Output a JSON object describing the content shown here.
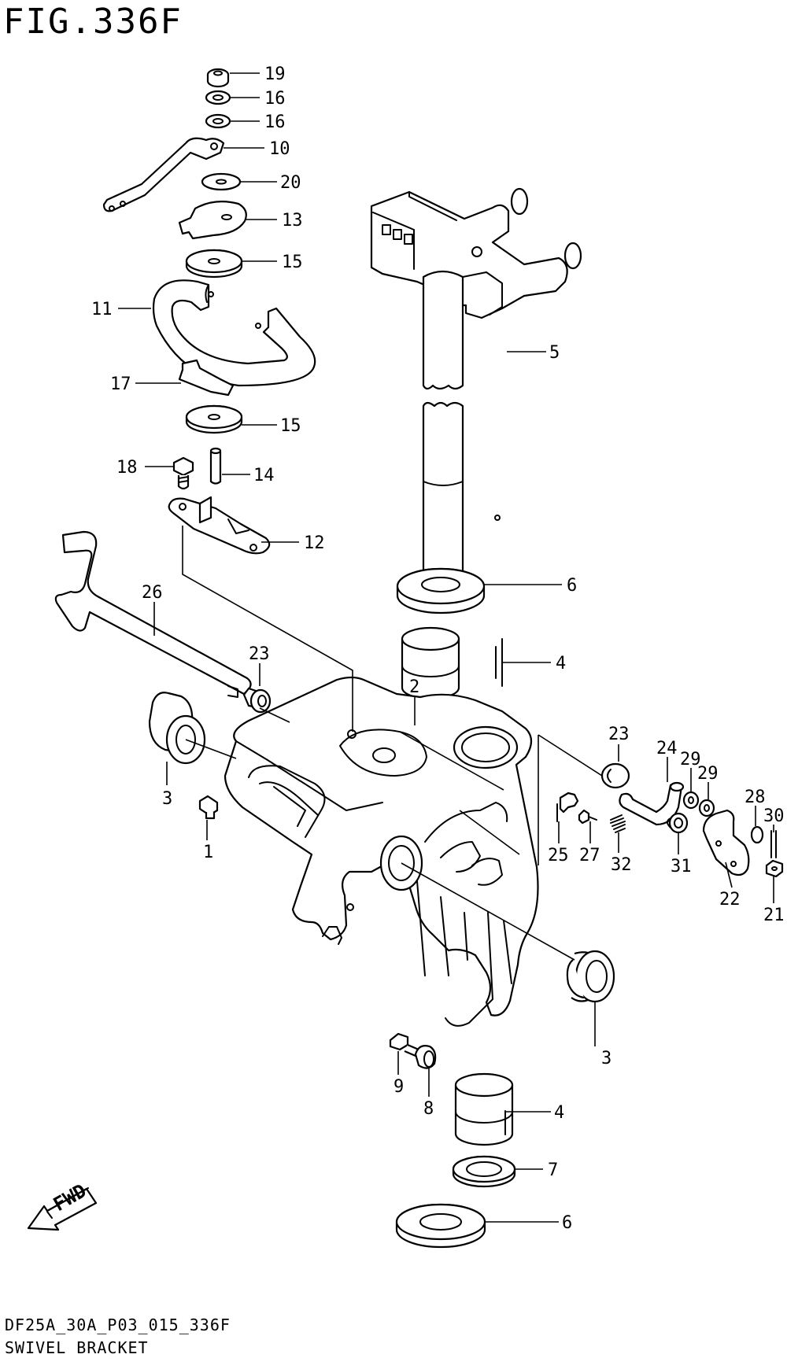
{
  "figure": {
    "title": "FIG.336F",
    "diagram_code": "DF25A_30A_P03_015_336F",
    "diagram_name": "SWIVEL BRACKET"
  },
  "direction_badge": "FWD",
  "callouts": [
    "19",
    "16",
    "16",
    "10",
    "20",
    "13",
    "15",
    "11",
    "17",
    "15",
    "18",
    "14",
    "12",
    "26",
    "23",
    "2",
    "3",
    "1",
    "5",
    "6",
    "4",
    "23",
    "24",
    "29",
    "29",
    "28",
    "30",
    "25",
    "27",
    "32",
    "31",
    "22",
    "21",
    "3",
    "9",
    "8",
    "4",
    "7",
    "6"
  ]
}
